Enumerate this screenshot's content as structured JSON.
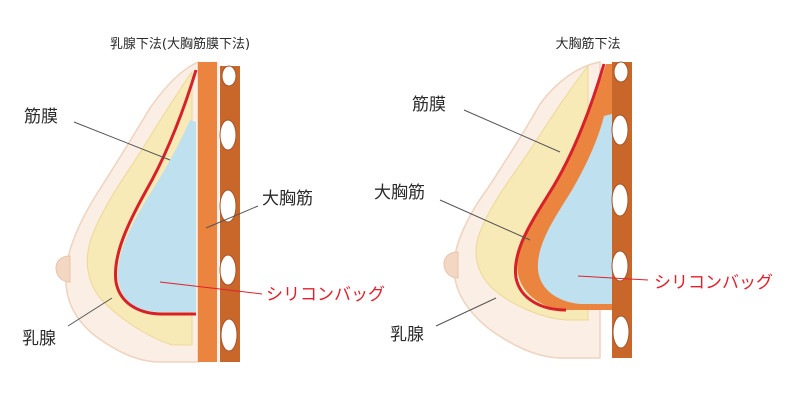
{
  "left_panel": {
    "title": "乳腺下法(大胸筋膜下法)",
    "labels": {
      "fascia": "筋膜",
      "pectoralis": "大胸筋",
      "implant": "シリコンバッグ",
      "mammary": "乳腺"
    }
  },
  "right_panel": {
    "title": "大胸筋下法",
    "labels": {
      "fascia": "筋膜",
      "pectoralis": "大胸筋",
      "implant": "シリコンバッグ",
      "mammary": "乳腺"
    }
  },
  "colors": {
    "skin": "#fbeee4",
    "skin_outline": "#efd3bf",
    "nipple": "#f3d7c2",
    "mammary_gland": "#f8eab6",
    "mammary_outline": "#ecd896",
    "fascia_line": "#d6202a",
    "pectoralis_muscle": "#ea843f",
    "implant": "#bfe0ee",
    "rib_band": "#c9672b",
    "rib": "#ffffff",
    "leader_line": "#555555",
    "implant_leader_line": "#e2202c",
    "implant_label_text": "#e2202c"
  }
}
